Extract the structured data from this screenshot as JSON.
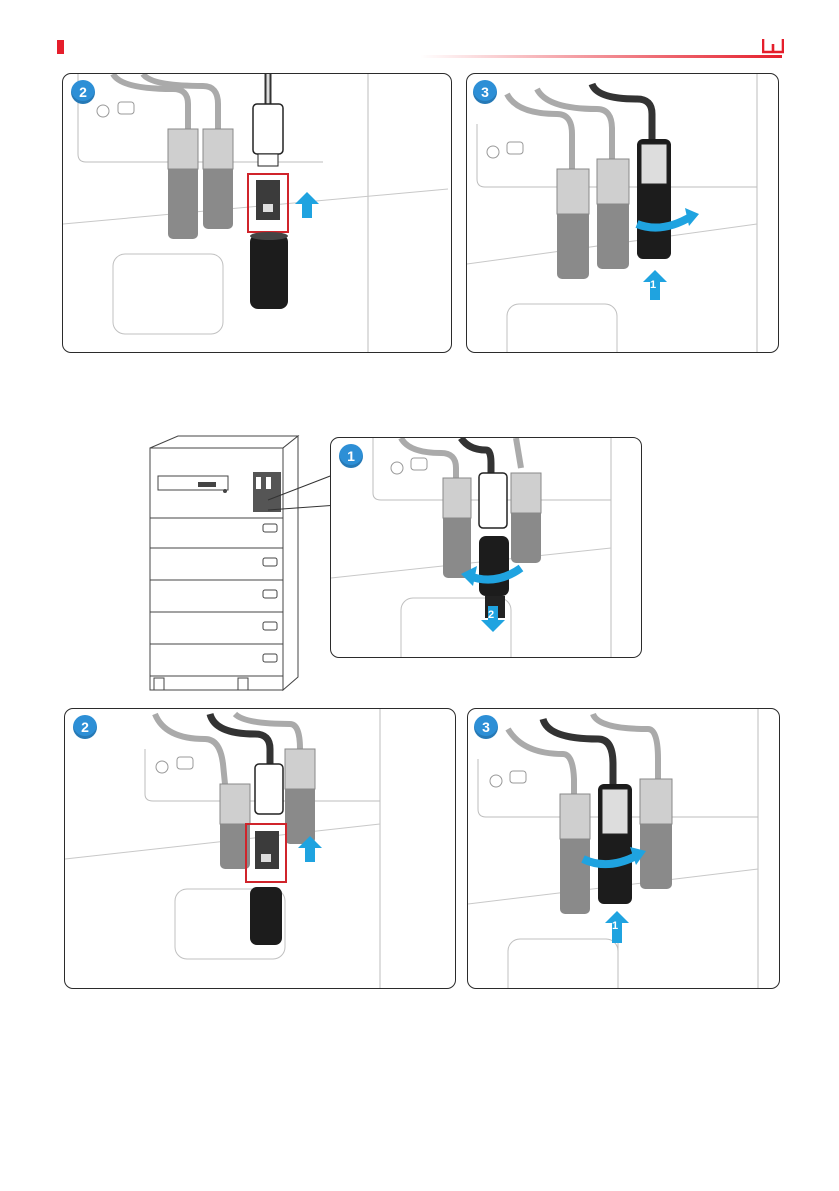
{
  "colors": {
    "brand_red": "#e51e2b",
    "badge_blue": "#2d8fd6",
    "arrow_blue": "#1fa3e0",
    "highlight_red": "#d0242b",
    "line_gray": "#9a9a9a",
    "connector_black": "#1c1c1c",
    "connector_gray": "#8a8a8a"
  },
  "header": {
    "logo_icon": "brand-logo-w"
  },
  "figures": [
    {
      "id": "top-step-2",
      "badge": "2"
    },
    {
      "id": "top-step-3",
      "badge": "3"
    },
    {
      "id": "mid-step-1",
      "badge": "1"
    },
    {
      "id": "bottom-step-2",
      "badge": "2"
    },
    {
      "id": "bottom-step-3",
      "badge": "3"
    }
  ],
  "arrows": {
    "rotate_label_1": "1",
    "rotate_label_2": "2",
    "push_label_1": "1",
    "pull_label_2": "2"
  }
}
